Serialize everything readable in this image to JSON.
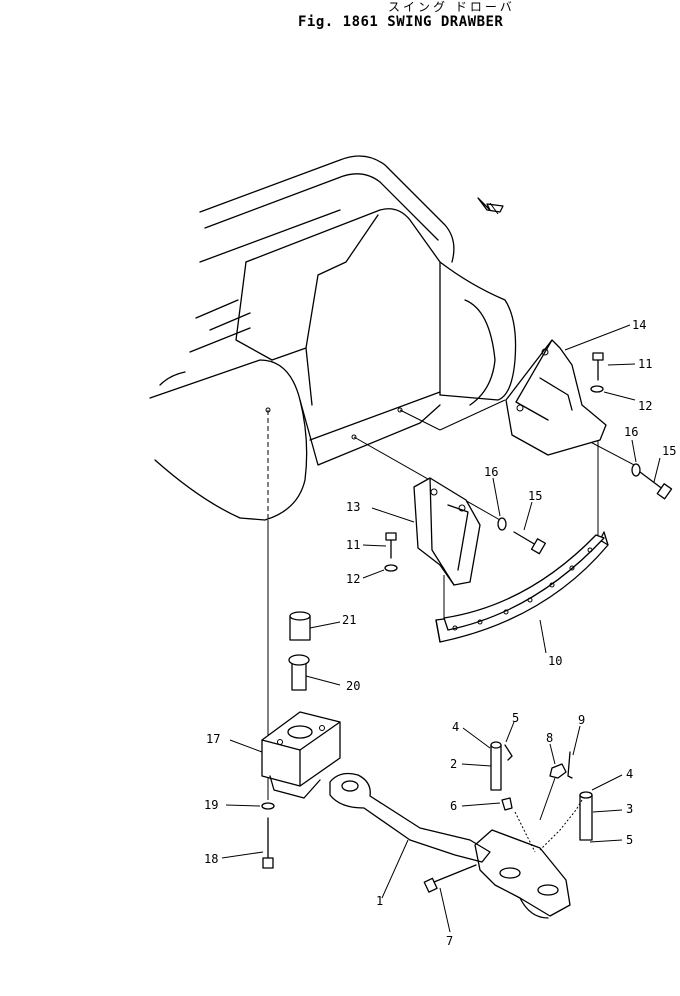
{
  "header": {
    "japanese_title": "スイング ドローバ",
    "figure_title": "Fig. 1861  SWING DRAWBER"
  },
  "diagram": {
    "direction_arrow_icon": "front-direction-arrow-icon",
    "callouts": [
      {
        "id": "c14",
        "label": "14"
      },
      {
        "id": "c11a",
        "label": "11"
      },
      {
        "id": "c12a",
        "label": "12"
      },
      {
        "id": "c16a",
        "label": "16"
      },
      {
        "id": "c15a",
        "label": "15"
      },
      {
        "id": "c13",
        "label": "13"
      },
      {
        "id": "c16b",
        "label": "16"
      },
      {
        "id": "c15b",
        "label": "15"
      },
      {
        "id": "c11b",
        "label": "11"
      },
      {
        "id": "c12b",
        "label": "12"
      },
      {
        "id": "c21",
        "label": "21"
      },
      {
        "id": "c20",
        "label": "20"
      },
      {
        "id": "c10",
        "label": "10"
      },
      {
        "id": "c17",
        "label": "17"
      },
      {
        "id": "c19",
        "label": "19"
      },
      {
        "id": "c18",
        "label": "18"
      },
      {
        "id": "c4a",
        "label": "4"
      },
      {
        "id": "c5a",
        "label": "5"
      },
      {
        "id": "c9",
        "label": "9"
      },
      {
        "id": "c8",
        "label": "8"
      },
      {
        "id": "c2",
        "label": "2"
      },
      {
        "id": "c6",
        "label": "6"
      },
      {
        "id": "c4b",
        "label": "4"
      },
      {
        "id": "c3",
        "label": "3"
      },
      {
        "id": "c5b",
        "label": "5"
      },
      {
        "id": "c1",
        "label": "1"
      },
      {
        "id": "c7",
        "label": "7"
      }
    ]
  }
}
